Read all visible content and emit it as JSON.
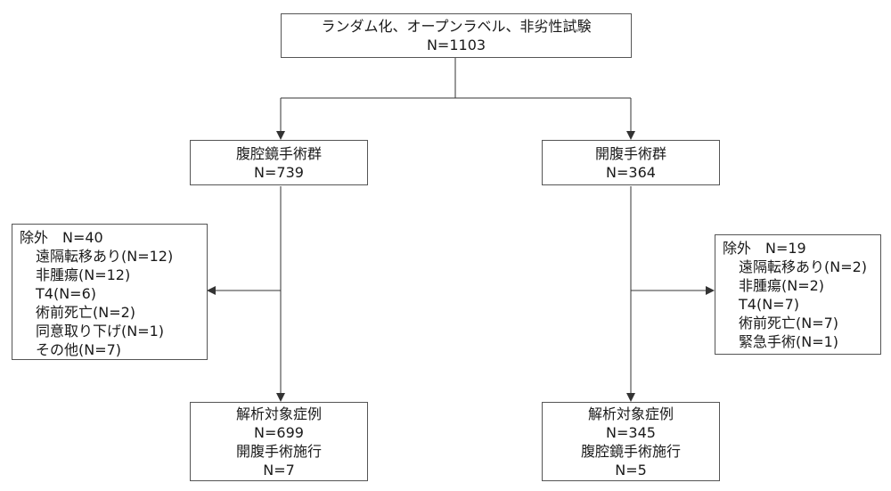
{
  "top": {
    "title": "ランダム化、オープンラベル、非劣性試験",
    "n": "N=1103"
  },
  "lap_group": {
    "title": "腹腔鏡手術群",
    "n": "N=739"
  },
  "open_group": {
    "title": "開腹手術群",
    "n": "N=364"
  },
  "lap_exclusion": {
    "header": "除外　N=40",
    "items": [
      "遠隔転移あり(N=12)",
      "非腫瘍(N=12)",
      "T4(N=6)",
      "術前死亡(N=2)",
      "同意取り下げ(N=1)",
      "その他(N=7)"
    ]
  },
  "open_exclusion": {
    "header": "除外　N=19",
    "items": [
      "遠隔転移あり(N=2)",
      "非腫瘍(N=2)",
      "T4(N=7)",
      "術前死亡(N=7)",
      "緊急手術(N=1)"
    ]
  },
  "lap_analysis": {
    "title": "解析対象症例",
    "n": "N=699",
    "conversion": "開腹手術施行",
    "conversion_n": "N=7"
  },
  "open_analysis": {
    "title": "解析対象症例",
    "n": "N=345",
    "conversion": "腹腔鏡手術施行",
    "conversion_n": "N=5"
  }
}
